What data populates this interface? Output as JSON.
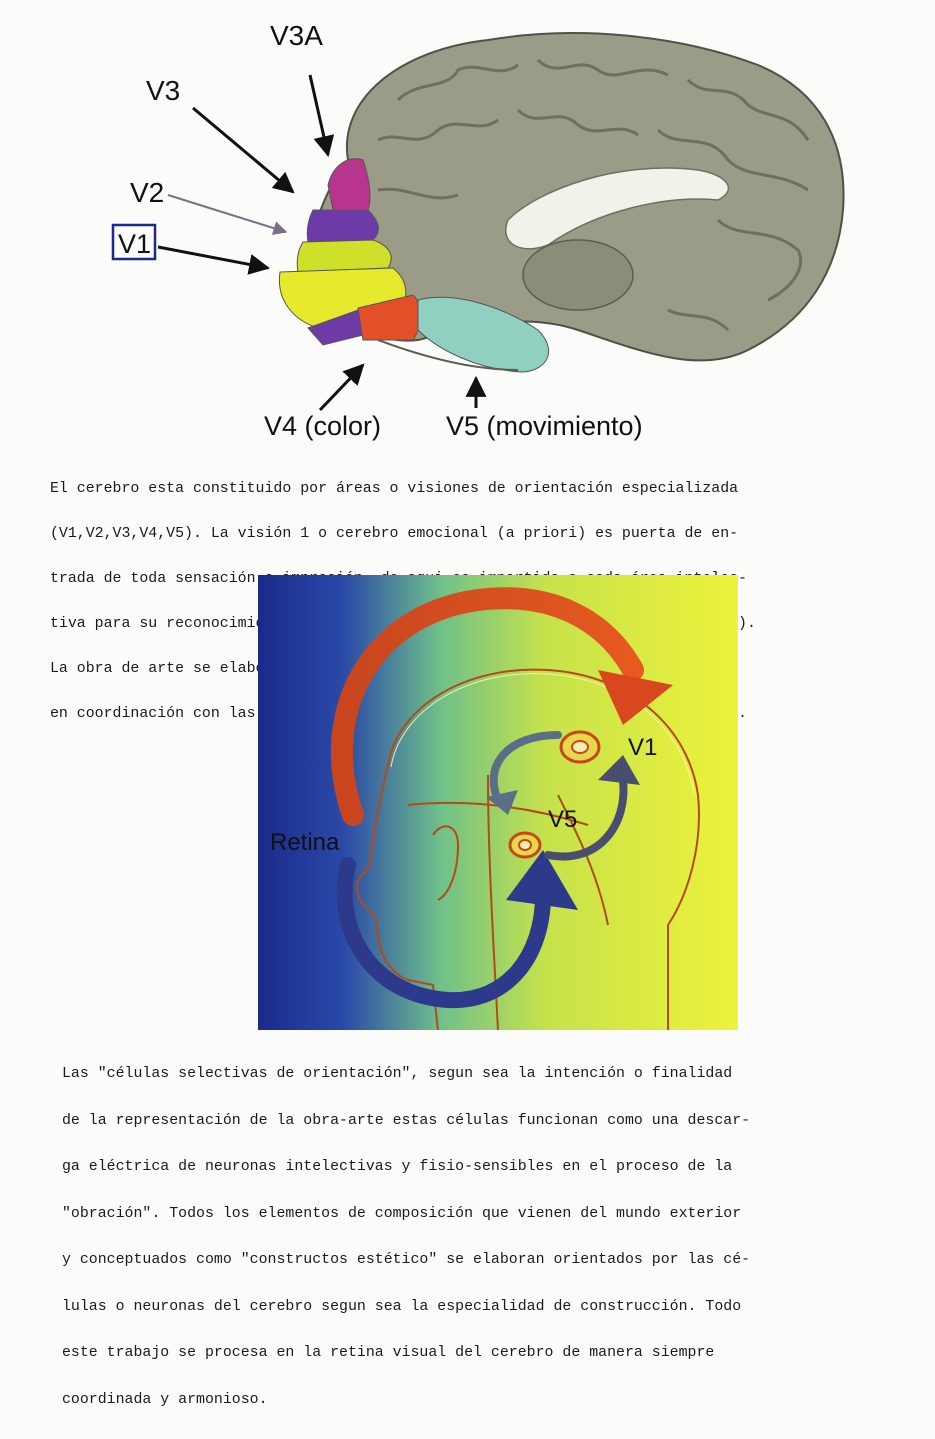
{
  "figure1": {
    "labels": {
      "v3a": "V3A",
      "v3": "V3",
      "v2": "V2",
      "v1": "V1",
      "v4": "V4 (color)",
      "v5": "V5 (movimiento)"
    },
    "colors": {
      "v1": "#e6ea2c",
      "v2": "#cfe02a",
      "v3": "#6e3aa8",
      "v3a": "#b8358e",
      "v4": "#e2502a",
      "v5": "#8fd0c0",
      "brain": "#9a9c88"
    }
  },
  "paragraph1": [
    "El cerebro esta constituido por áreas o visiones de orientación especializada",
    "(V1,V2,V3,V4,V5). La visión 1 o cerebro emocional (a priori) es puerta de en-",
    "trada de toda sensación o impresión, de aqui es impartida a cada área intelec-",
    "tiva para su reconocimiento y ejecución (linea, forma, color, movimiento, etc).",
    "La obra de arte se elabora o produce aplicándose los \"constructos estéticos\"",
    "en coordinación con las \"células selectivas de cada visión o área del cerebro."
  ],
  "figure2": {
    "labels": {
      "v1": "V1",
      "v5": "V5",
      "retina": "Retina"
    },
    "colors": {
      "bg_left": "#1a2a8a",
      "bg_right": "#eef23a",
      "arrow_red": "#d9471f",
      "arrow_blue": "#2d3a8c"
    }
  },
  "paragraph2": [
    "Las \"células selectivas de orientación\", segun sea la intención o finalidad",
    "de la representación de la obra-arte estas células funcionan como una descar-",
    "ga eléctrica de neuronas intelectivas y fisio-sensibles en el proceso de la",
    "\"obración\". Todos los elementos de composición que vienen del mundo exterior",
    "y conceptuados como \"constructos estético\" se elaboran orientados por las cé-",
    "lulas o neuronas del cerebro segun sea la especialidad de construcción. Todo",
    "este trabajo se procesa en la retina visual del cerebro de manera siempre",
    "coordinada y armonioso."
  ]
}
